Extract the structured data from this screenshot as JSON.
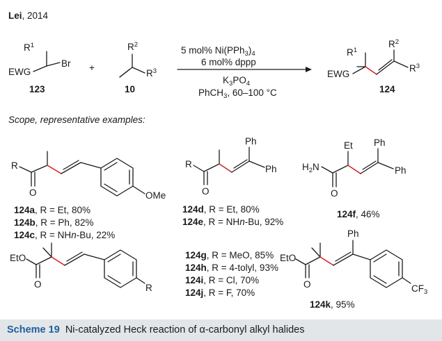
{
  "header": {
    "author": "Lei",
    "year": ", 2014"
  },
  "reaction": {
    "reactant_alkyl_halide": {
      "r_group": "R",
      "r_sup": "1",
      "ewg": "EWG",
      "halide": "Br",
      "label": "123"
    },
    "plus": "+",
    "reactant_alkene": {
      "r2": "R",
      "r2_sup": "2",
      "r3": "R",
      "r3_sup": "3",
      "label": "10"
    },
    "conditions": {
      "catalyst_prefix": "5 mol% Ni(PPh",
      "catalyst_sub": "3",
      "catalyst_suffix": ")",
      "catalyst_sub2": "4",
      "ligand": "6 mol% dppp",
      "base_prefix": "K",
      "base_sub": "3",
      "base_suffix": "PO",
      "base_sub2": "4",
      "solvent_prefix": "PhCH",
      "solvent_sub": "3",
      "solvent_suffix": ", 60–100 °C"
    },
    "product": {
      "r1": "R",
      "r1_sup": "1",
      "r2": "R",
      "r2_sup": "2",
      "r3": "R",
      "r3_sup": "3",
      "ewg": "EWG",
      "label": "124"
    }
  },
  "scope_title": "Scope, representative examples:",
  "examples": {
    "ex1": {
      "r": "R",
      "o": "O",
      "ome": "OMe",
      "items": [
        {
          "label": "124a",
          "text": ", R = Et, 80%"
        },
        {
          "label": "124b",
          "text": ", R = Ph, 82%"
        },
        {
          "label": "124c",
          "text": ", R = NH",
          "italic": "n",
          "tail": "-Bu, 22%"
        }
      ]
    },
    "ex2": {
      "r": "R",
      "o": "O",
      "ph1": "Ph",
      "ph2": "Ph",
      "items": [
        {
          "label": "124d",
          "text": ", R = Et, 80%"
        },
        {
          "label": "124e",
          "text": ", R = NH",
          "italic": "n",
          "tail": "-Bu, 92%"
        }
      ]
    },
    "ex3": {
      "h": "H",
      "h_sub": "2",
      "n": "N",
      "o": "O",
      "et": "Et",
      "ph1": "Ph",
      "ph2": "Ph",
      "label": "124f",
      "text": ", 46%"
    },
    "ex4": {
      "eto": "EtO",
      "o": "O",
      "r": "R",
      "items": [
        {
          "label": "124g",
          "text": ", R = MeO, 85%"
        },
        {
          "label": "124h",
          "text": ", R = 4-tolyl, 93%"
        },
        {
          "label": "124i",
          "text": ", R = Cl, 70%"
        },
        {
          "label": "124j",
          "text": ", R = F, 70%"
        }
      ]
    },
    "ex5": {
      "eto": "EtO",
      "o": "O",
      "ph": "Ph",
      "cf": "CF",
      "cf_sub": "3",
      "label": "124k",
      "text": ", 95%"
    }
  },
  "caption": {
    "label": "Scheme 19",
    "text": "  Ni-catalyzed Heck reaction of α-carbonyl alkyl halides"
  },
  "colors": {
    "new_bond": "#d21f1f",
    "caption_bg": "#e3e6e8",
    "caption_label": "#1f5f9c"
  }
}
